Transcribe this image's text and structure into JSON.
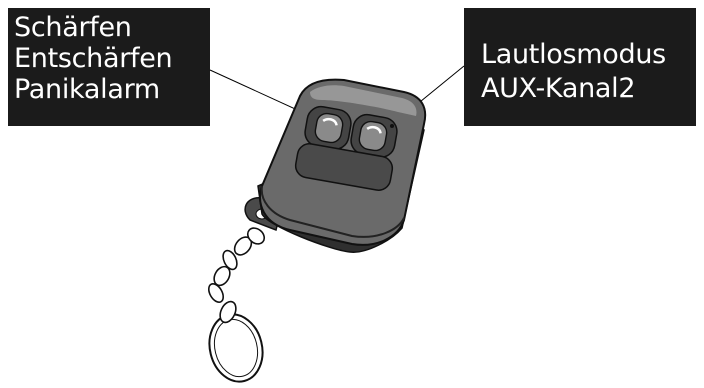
{
  "left_callout": {
    "lines": [
      "Schärfen",
      "Entschärfen",
      "Panikalarm"
    ]
  },
  "right_callout": {
    "lines": [
      "Lautlosmodus",
      "AUX-Kanal2"
    ]
  },
  "icons": {
    "fob": "key-fob-remote-icon",
    "chain": "keychain-icon",
    "ring": "key-ring-icon"
  },
  "colors": {
    "callout_bg": "#1b1b1b",
    "callout_text": "#ffffff",
    "fob_body": "#5a5a5a",
    "fob_dark": "#2a2a2a",
    "fob_highlight": "#9a9a9a"
  }
}
